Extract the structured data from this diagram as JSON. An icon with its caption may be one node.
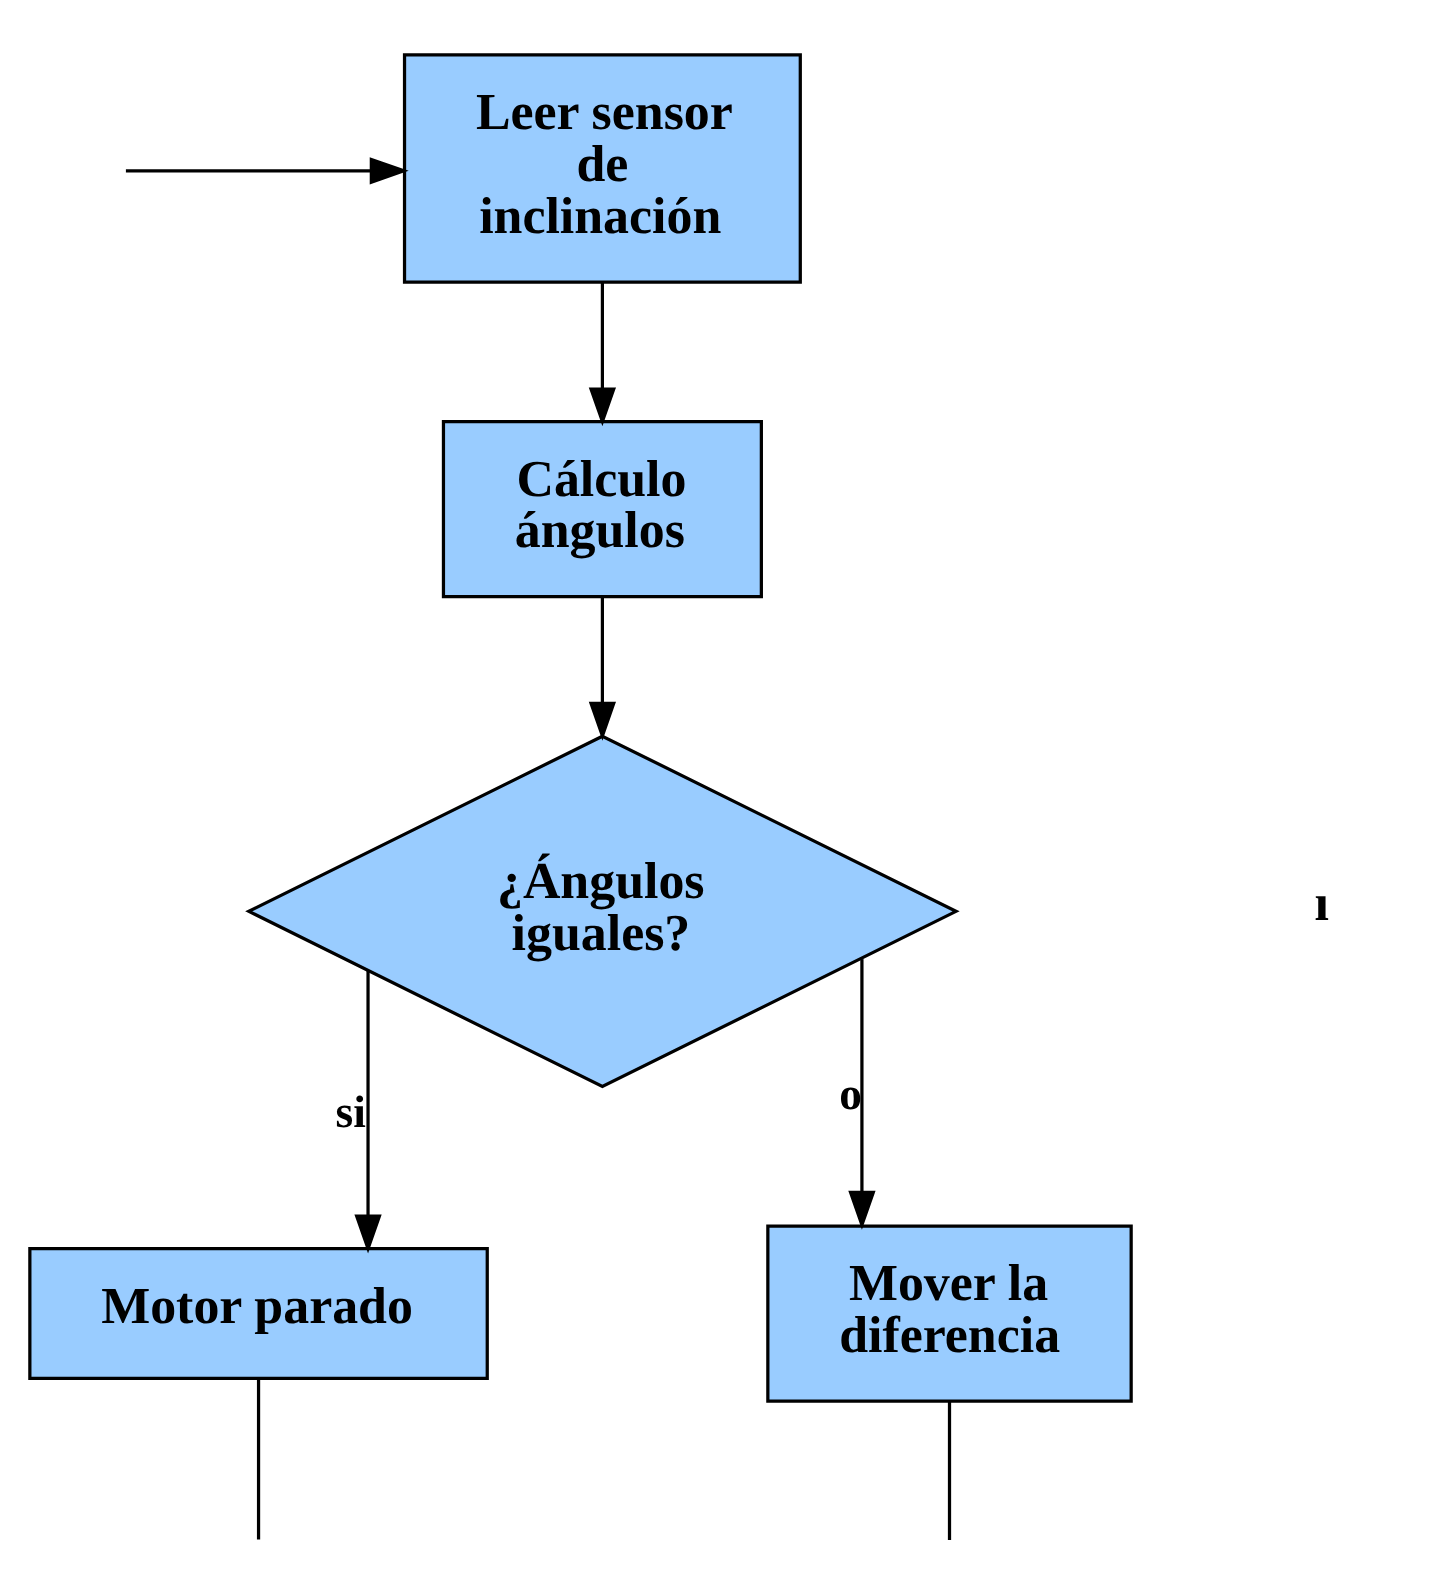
{
  "diagram": {
    "nodes": [
      {
        "text": [
          "Leer sensor de inclinación"
        ]
      },
      {
        "text": [
          "Cálculo ángulos"
        ]
      },
      {
        "text": [
          "¿Ángulos iguales?"
        ]
      },
      {
        "text": [
          "Motor parado"
        ]
      },
      {
        "text": [
          "Mover la diferencia"
        ]
      }
    ],
    "edges": [
      {
        "from": null,
        "to": 0,
        "arrow": "to"
      },
      {
        "from": 0,
        "to": 1,
        "arrow": "to"
      },
      {
        "from": 1,
        "to": 2,
        "arrow": "to"
      },
      {
        "from": 2,
        "to": 3,
        "arrow": "to",
        "label": "si"
      },
      {
        "from": 2,
        "to": 4,
        "arrow": "to",
        "label": "o"
      },
      {
        "from": 3,
        "to": null,
        "arrow": "none"
      },
      {
        "from": 4,
        "to": null,
        "arrow": "none"
      }
    ],
    "labels": [
      "ı"
    ]
  }
}
